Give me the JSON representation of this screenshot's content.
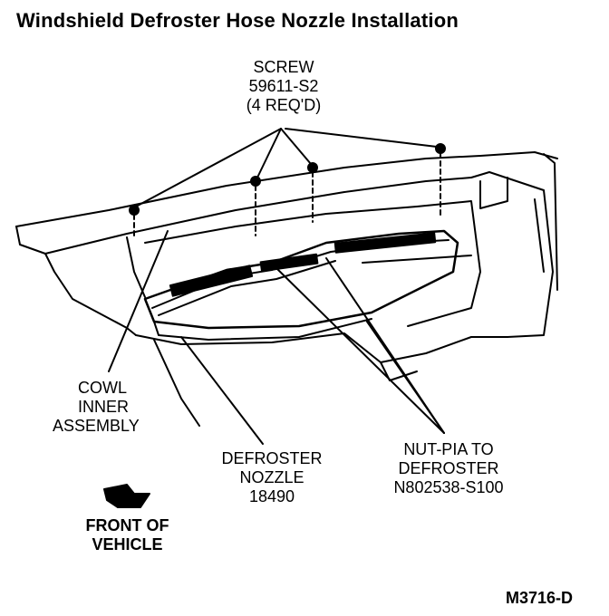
{
  "title": "Windshield Defroster Hose Nozzle Installation",
  "labels": {
    "screw": [
      "SCREW",
      "59611-S2",
      "(4 REQ'D)"
    ],
    "cowl": [
      "COWL",
      "INNER",
      "ASSEMBLY"
    ],
    "nozzle": [
      "DEFROSTER",
      "NOZZLE",
      "18490"
    ],
    "nut": [
      "NUT-PIA TO",
      "DEFROSTER",
      "N802538-S100"
    ],
    "front": [
      "FRONT OF",
      "VEHICLE"
    ]
  },
  "figure_code": "M3716-D"
}
